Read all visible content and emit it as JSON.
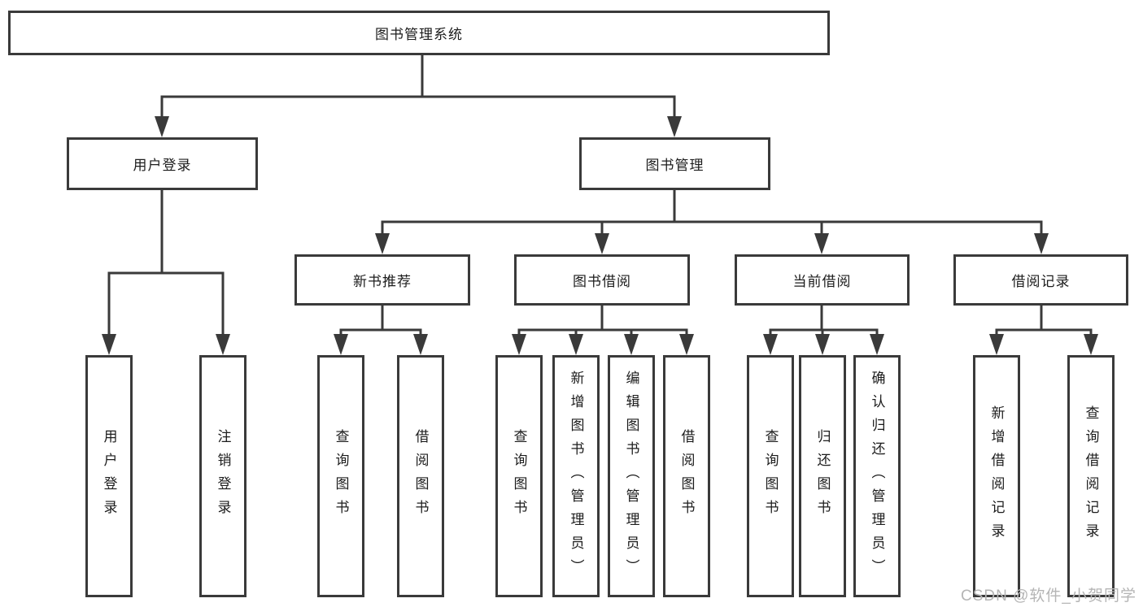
{
  "tree": {
    "root": "图书管理系统",
    "branches": [
      {
        "label": "用户登录",
        "children": [
          "用户登录",
          "注销登录"
        ]
      },
      {
        "label": "图书管理",
        "sections": [
          {
            "label": "新书推荐",
            "children": [
              "查询图书",
              "借阅图书"
            ]
          },
          {
            "label": "图书借阅",
            "children": [
              "查询图书",
              "新增图书（管理员）",
              "编辑图书（管理员）",
              "借阅图书"
            ]
          },
          {
            "label": "当前借阅",
            "children": [
              "查询图书",
              "归还图书",
              "确认归还（管理员）"
            ]
          },
          {
            "label": "借阅记录",
            "children": [
              "新增借阅记录",
              "查询借阅记录"
            ]
          }
        ]
      }
    ]
  },
  "watermark": "CSDN @软件_小贺同学",
  "colors": {
    "line": "#3a3a3a",
    "box_border": "#3a3a3a",
    "text": "#1c1c1c",
    "watermark_text": "#b5b5b5",
    "background": "#ffffff"
  }
}
